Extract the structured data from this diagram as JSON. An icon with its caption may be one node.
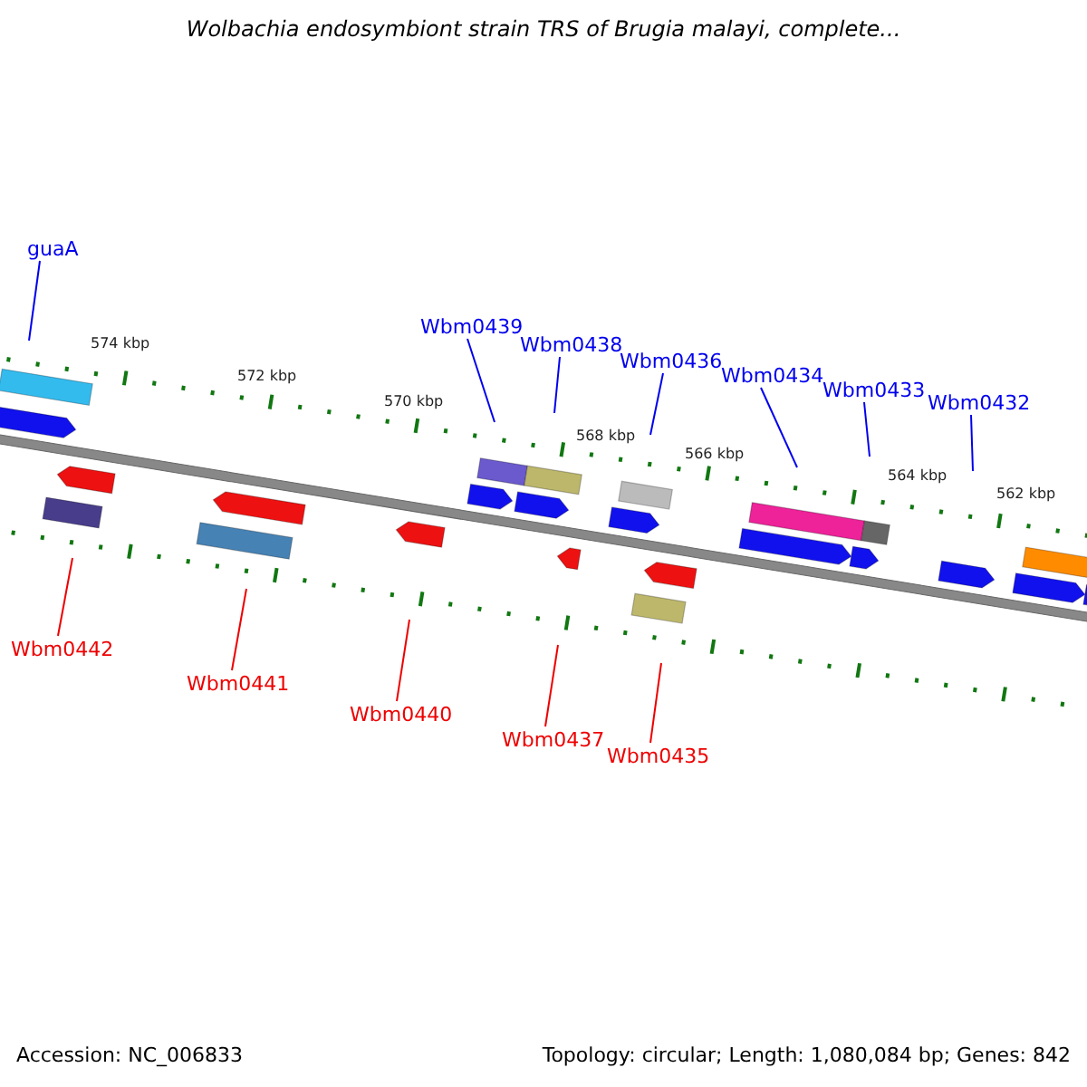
{
  "diagram": {
    "title": "Wolbachia endosymbiont strain TRS of Brugia malayi, complete...",
    "nodes": [
      {
        "text": [
          "guaA"
        ]
      },
      {
        "text": [
          "Wbm0439"
        ]
      },
      {
        "text": [
          "Wbm0438"
        ]
      },
      {
        "text": [
          "Wbm0436"
        ]
      },
      {
        "text": [
          "Wbm0434"
        ]
      },
      {
        "text": [
          "Wbm0433"
        ]
      },
      {
        "text": [
          "Wbm0432"
        ]
      },
      {
        "text": [
          "Wbm0442"
        ]
      },
      {
        "text": [
          "Wbm0441"
        ]
      },
      {
        "text": [
          "Wbm0440"
        ]
      },
      {
        "text": [
          "Wbm0437"
        ]
      },
      {
        "text": [
          "Wbm0435"
        ]
      }
    ],
    "edges": [
      {
        "from": 0,
        "to": null,
        "arrow": "none"
      },
      {
        "from": 1,
        "to": null,
        "arrow": "none"
      },
      {
        "from": 2,
        "to": null,
        "arrow": "none"
      },
      {
        "from": 3,
        "to": null,
        "arrow": "none"
      },
      {
        "from": 4,
        "to": null,
        "arrow": "none"
      },
      {
        "from": 5,
        "to": null,
        "arrow": "none"
      },
      {
        "from": 6,
        "to": null,
        "arrow": "none"
      },
      {
        "from": 7,
        "to": null,
        "arrow": "none",
        "color": "#ee0000"
      },
      {
        "from": 8,
        "to": null,
        "arrow": "none",
        "color": "#ee0000"
      },
      {
        "from": 9,
        "to": null,
        "arrow": "none",
        "color": "#ee0000"
      },
      {
        "from": 10,
        "to": null,
        "arrow": "none",
        "color": "#ee0000"
      },
      {
        "from": 11,
        "to": null,
        "arrow": "none",
        "color": "#ee0000"
      }
    ],
    "labels": [
      "574 kbp",
      "572 kbp",
      "570 kbp",
      "568 kbp",
      "566 kbp",
      "564 kbp",
      "562 kbp",
      "Accession: NC_006833",
      "Topology: circular; Length: 1,080,084 bp; Genes: 842"
    ]
  }
}
